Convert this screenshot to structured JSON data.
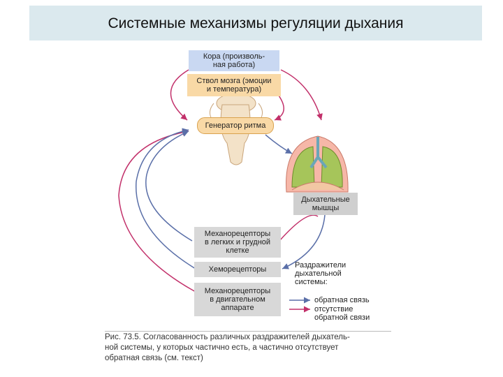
{
  "title": "Системные механизмы регуляции дыхания",
  "boxes": {
    "cortex": "Кора (произволь-\nная работа)",
    "brainstem": "Ствол мозга (эмоции\nи температура)",
    "generator": "Генератор ритма",
    "respiratory_muscles": "Дыхательные\nмышцы",
    "mechanoreceptors_lungs": "Механорецепторы\nв легких и грудной\nклетке",
    "chemoreceptors": "Хеморецепторы",
    "mechanoreceptors_motor": "Механорецепторы\nв двигательном\nаппарате"
  },
  "legend": {
    "heading": "Раздражители\nдыхательной\nсистемы:",
    "feedback": "обратная связь",
    "no_feedback": "отсутствие\nобратной связи"
  },
  "caption": "Рис. 73.5. Согласованность различных раздражителей дыхатель-\nной системы, у которых частично есть, а частично отсутствует\nобратная связь (см. текст)",
  "colors": {
    "feedback": "#5a6fa8",
    "no_feedback": "#c2306a",
    "title_bg": "#dbe9ee"
  }
}
